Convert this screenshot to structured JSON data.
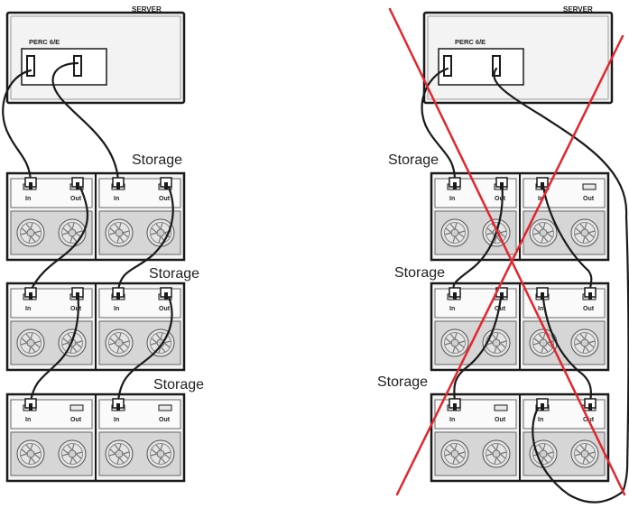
{
  "diagram": {
    "colors": {
      "enclosure_fill": "#f3f3f3",
      "enclosure_stroke": "#1a1a1a",
      "cable": "#1a1a1a",
      "cross": "#e0272f"
    },
    "left": {
      "server": {
        "label": "SERVER",
        "controller": "PERC 6/E"
      },
      "storage_labels": [
        "Storage",
        "Storage",
        "Storage"
      ],
      "port_labels": {
        "in": "In",
        "out": "Out"
      }
    },
    "right": {
      "server": {
        "label": "SERVER",
        "controller": "PERC 6/E"
      },
      "storage_labels": [
        "Storage",
        "Storage",
        "Storage"
      ],
      "port_labels": {
        "in": "In",
        "out": "Out"
      },
      "crossed_out": true
    }
  }
}
